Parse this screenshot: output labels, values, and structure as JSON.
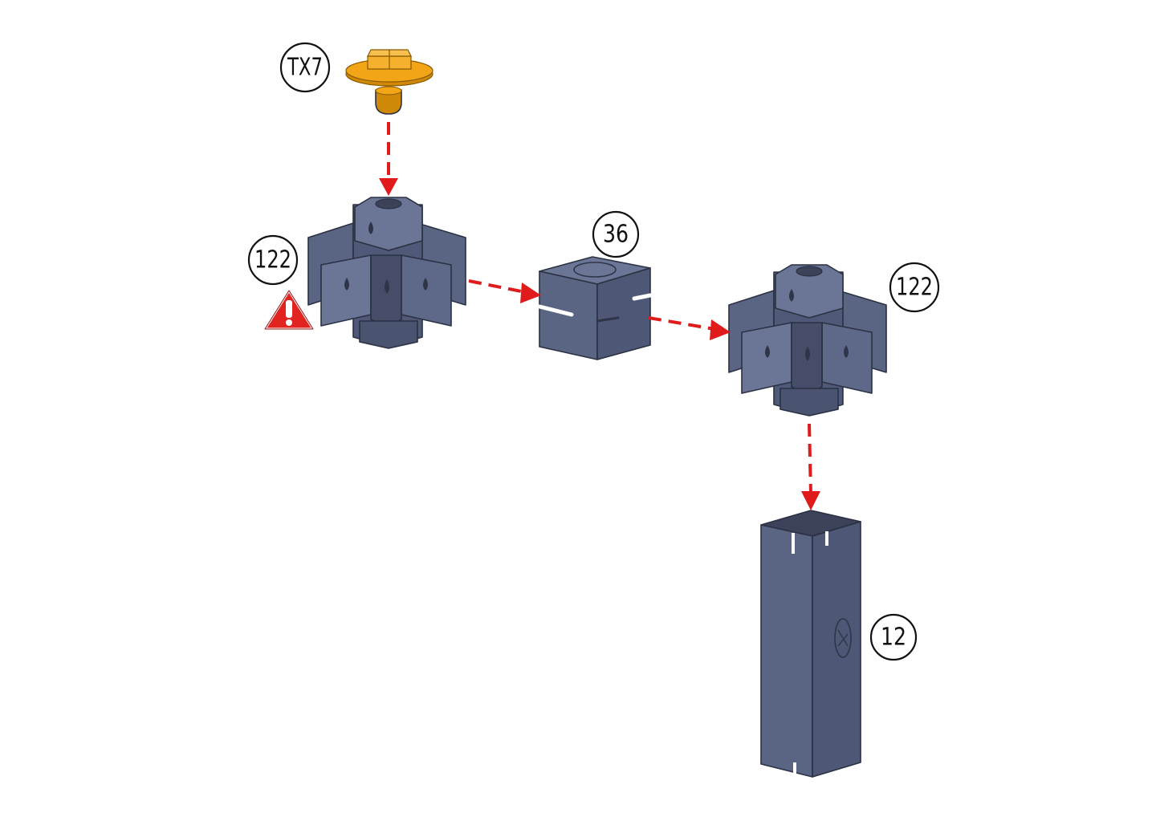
{
  "colors": {
    "arrow": "#e01b1b",
    "part_body": "#5a6483",
    "part_light": "#6b7596",
    "part_dark": "#454d68",
    "screw": "#f2a516",
    "screw_dark": "#d08808",
    "warning": "#e22420"
  },
  "callouts": {
    "screw": "TX7",
    "connector_top": "122",
    "spacer": "36",
    "connector_right": "122",
    "tube": "12"
  },
  "icons": {
    "warning": "warning-triangle-icon"
  }
}
